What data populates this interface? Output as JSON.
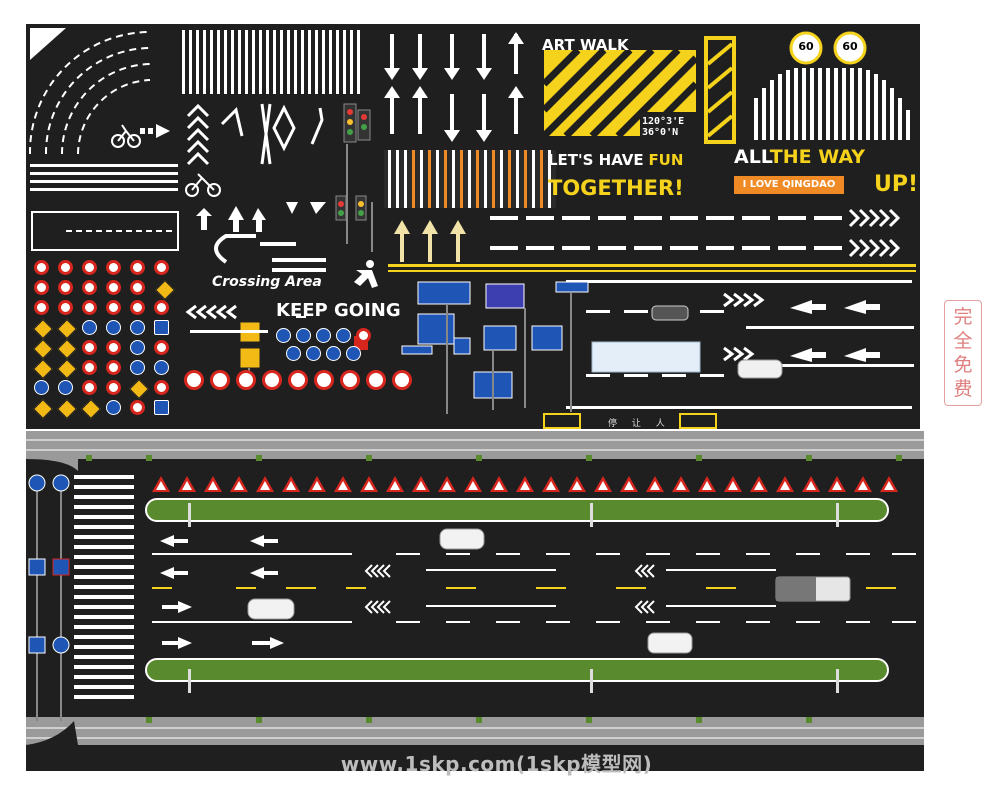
{
  "top_panel": {
    "art_walk": "ART WALK",
    "coordinates_line1": "120°3'E",
    "coordinates_line2": "36°0'N",
    "speed_limit_1": "60",
    "speed_limit_2": "60",
    "lets_have": "LET'S HAVE",
    "fun": "FUN",
    "together": "TOGETHER!",
    "all": "ALL",
    "the_way": "THE WAY",
    "up": "UP!",
    "love_plate": "I LOVE QINGDAO",
    "crossing_area": "Crossing Area",
    "keep_going": "KEEP GOING",
    "ground_text": "停 让 人"
  },
  "colors": {
    "asphalt": "#1f1f1f",
    "marking_white": "#ffffff",
    "marking_yellow": "#f5d21b",
    "sign_red": "#d7261e",
    "sign_blue": "#1f56b5",
    "median_green": "#5a8a2e",
    "sidewalk": "#9a9a9a"
  },
  "watermark": "www.1skp.com(1skp模型网)",
  "free_badge": "完全免费"
}
